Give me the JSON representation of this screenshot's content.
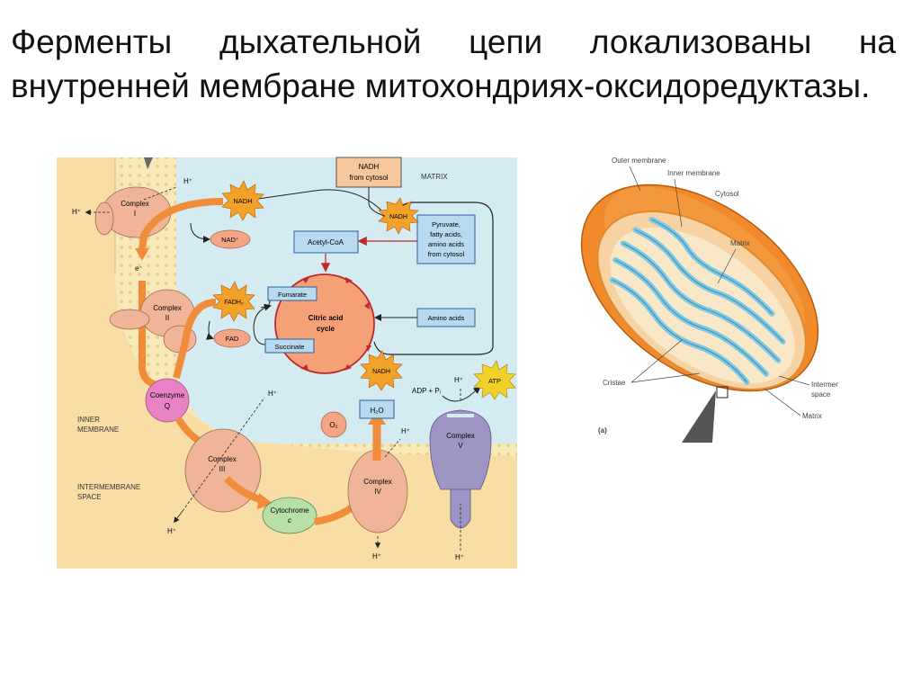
{
  "title": "Ферменты дыхательной цепи локализованы на внутренней мембране митохондриях-оксидоредуктазы.",
  "chain": {
    "matrix": "MATRIX",
    "inner_membrane_1": "INNER",
    "inner_membrane_2": "MEMBRANE",
    "intermembrane_1": "INTERMEMBRANE",
    "intermembrane_2": "SPACE",
    "complex1_1": "Complex",
    "complex1_2": "I",
    "complex2_1": "Complex",
    "complex2_2": "II",
    "complex3_1": "Complex",
    "complex3_2": "III",
    "complex4_1": "Complex",
    "complex4_2": "IV",
    "complex5_1": "Complex",
    "complex5_2": "V",
    "coenzyme_1": "Coenzyme",
    "coenzyme_2": "Q",
    "cytochrome_1": "Cytochrome",
    "cytochrome_2": "c",
    "nadh": "NADH",
    "nad": "NAD⁺",
    "fadh2": "FADH₂",
    "fad": "FAD",
    "electron": "e⁻",
    "hplus": "H⁺",
    "o2": "O₂",
    "h2o": "H₂O",
    "adp": "ADP + Pᵢ",
    "atp": "ATP",
    "nadh_cytosol_1": "NADH",
    "nadh_cytosol_2": "from cytosol",
    "pyruvate_1": "Pyruvate,",
    "pyruvate_2": "fatty acids,",
    "pyruvate_3": "amino acids",
    "pyruvate_4": "from cytosol",
    "acetyl_coa": "Acetyl-CoA",
    "fumarate": "Fumarate",
    "succinate": "Succinate",
    "citric_1": "Citric acid",
    "citric_2": "cycle",
    "amino_acids": "Amino acids"
  },
  "mito": {
    "outer_membrane": "Outer membrane",
    "inner_membrane": "Inner membrane",
    "cytosol": "Cytosol",
    "matrix": "Matrix",
    "cristae": "Cristae",
    "intermembrane_1": "Intermer",
    "intermembrane_2": "space",
    "matrix2": "Matrix",
    "panel_label": "(a)"
  },
  "colors": {
    "matrix": "#d4ebf2",
    "membrane": "#f5e6a6",
    "intermembrane": "#f7dba0",
    "complex": "#f0b598",
    "arrow": "#f08c3a",
    "citric_cycle": "#f6a078",
    "coenzyme": "#e882c4",
    "complex_v": "#9f95c4",
    "mito_outer": "#f08a2a",
    "mito_cristae": "#7ec8e3"
  }
}
